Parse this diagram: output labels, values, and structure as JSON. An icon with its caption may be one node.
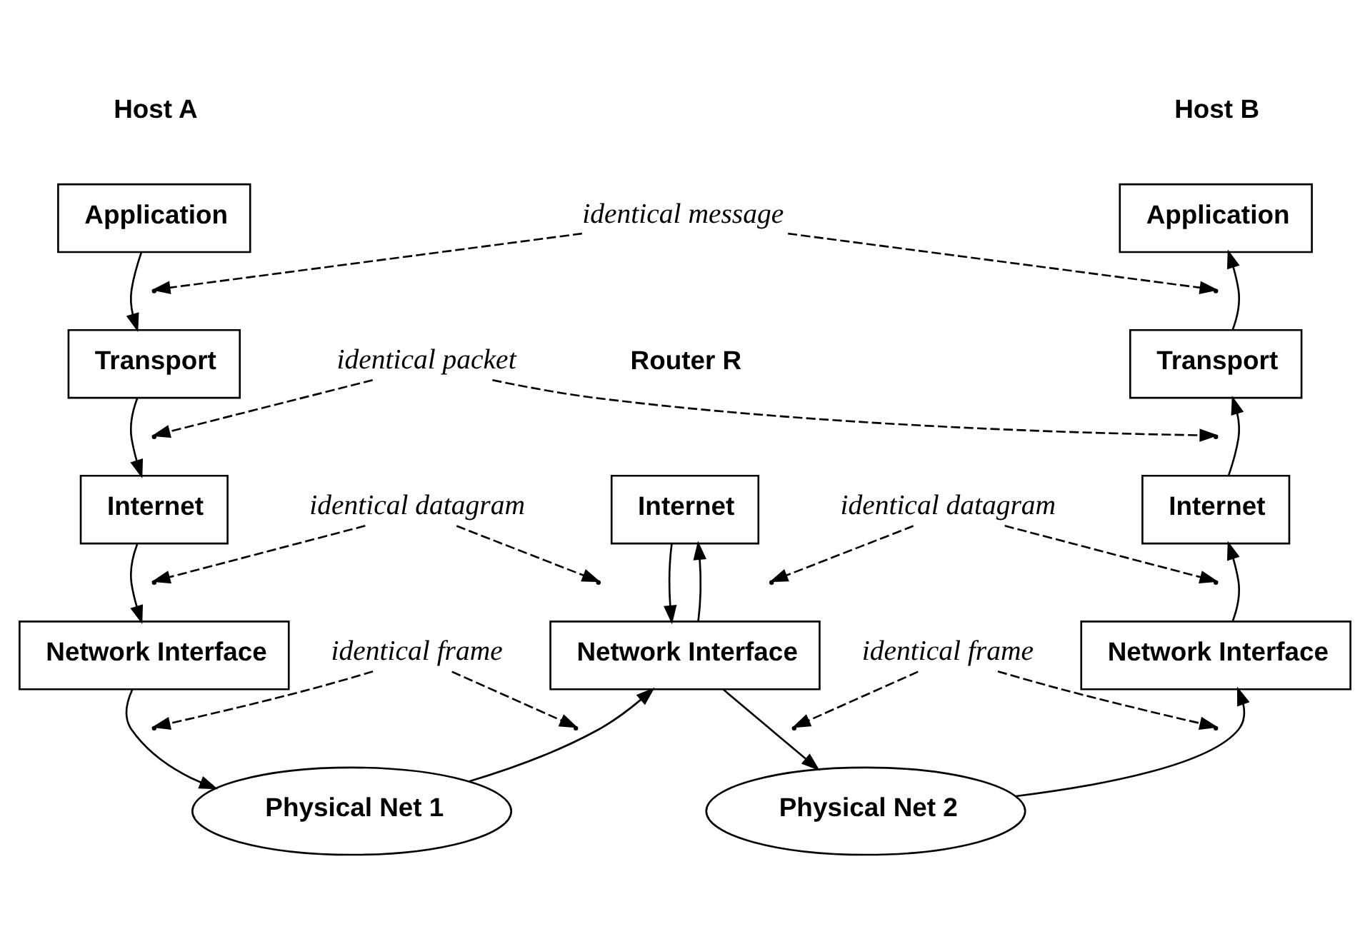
{
  "diagram": {
    "nodes": [
      {
        "text": [
          "Application"
        ]
      },
      {
        "text": [
          "Transport"
        ]
      },
      {
        "text": [
          "Internet"
        ]
      },
      {
        "text": [
          "Network Interface"
        ]
      },
      {
        "text": [
          "Internet"
        ]
      },
      {
        "text": [
          "Network Interface"
        ]
      },
      {
        "text": [
          "Application"
        ]
      },
      {
        "text": [
          "Transport"
        ]
      },
      {
        "text": [
          "Internet"
        ]
      },
      {
        "text": [
          "Network Interface"
        ]
      },
      {
        "text": [
          "Physical Net 1"
        ]
      },
      {
        "text": [
          "Physical Net 2"
        ]
      },
      {
        "text": [
          "identical message"
        ]
      },
      {
        "text": [
          "identical packet"
        ]
      },
      {
        "text": [
          "identical datagram"
        ]
      },
      {
        "text": [
          "identical datagram"
        ]
      },
      {
        "text": [
          "identical frame"
        ]
      },
      {
        "text": [
          "identical frame"
        ]
      }
    ],
    "edges": [
      {
        "from": 0,
        "to": 1,
        "arrow": "to"
      },
      {
        "from": 1,
        "to": 2,
        "arrow": "to"
      },
      {
        "from": 2,
        "to": 3,
        "arrow": "to"
      },
      {
        "from": 3,
        "to": 10,
        "arrow": "to"
      },
      {
        "from": 10,
        "to": 5,
        "arrow": "to"
      },
      {
        "from": 5,
        "to": 4,
        "arrow": "to"
      },
      {
        "from": 4,
        "to": 5,
        "arrow": "to"
      },
      {
        "from": 5,
        "to": 11,
        "arrow": "to"
      },
      {
        "from": 11,
        "to": 9,
        "arrow": "to"
      },
      {
        "from": 9,
        "to": 8,
        "arrow": "to"
      },
      {
        "from": 8,
        "to": 7,
        "arrow": "to"
      },
      {
        "from": 7,
        "to": 6,
        "arrow": "to"
      },
      {
        "from": 12,
        "to": null,
        "arrow": "to",
        "style": "dashed"
      },
      {
        "from": 12,
        "to": null,
        "arrow": "to",
        "style": "dashed"
      },
      {
        "from": 13,
        "to": null,
        "arrow": "to",
        "style": "dashed"
      },
      {
        "from": 13,
        "to": null,
        "arrow": "to",
        "style": "dashed"
      },
      {
        "from": 14,
        "to": null,
        "arrow": "to",
        "style": "dashed"
      },
      {
        "from": 14,
        "to": null,
        "arrow": "to",
        "style": "dashed"
      },
      {
        "from": 15,
        "to": null,
        "arrow": "to",
        "style": "dashed"
      },
      {
        "from": 15,
        "to": null,
        "arrow": "to",
        "style": "dashed"
      },
      {
        "from": 16,
        "to": null,
        "arrow": "to",
        "style": "dashed"
      },
      {
        "from": 16,
        "to": null,
        "arrow": "to",
        "style": "dashed"
      },
      {
        "from": 17,
        "to": null,
        "arrow": "to",
        "style": "dashed"
      },
      {
        "from": 17,
        "to": null,
        "arrow": "to",
        "style": "dashed"
      }
    ],
    "labels": [
      "Host A",
      "Host B",
      "Router R"
    ]
  }
}
